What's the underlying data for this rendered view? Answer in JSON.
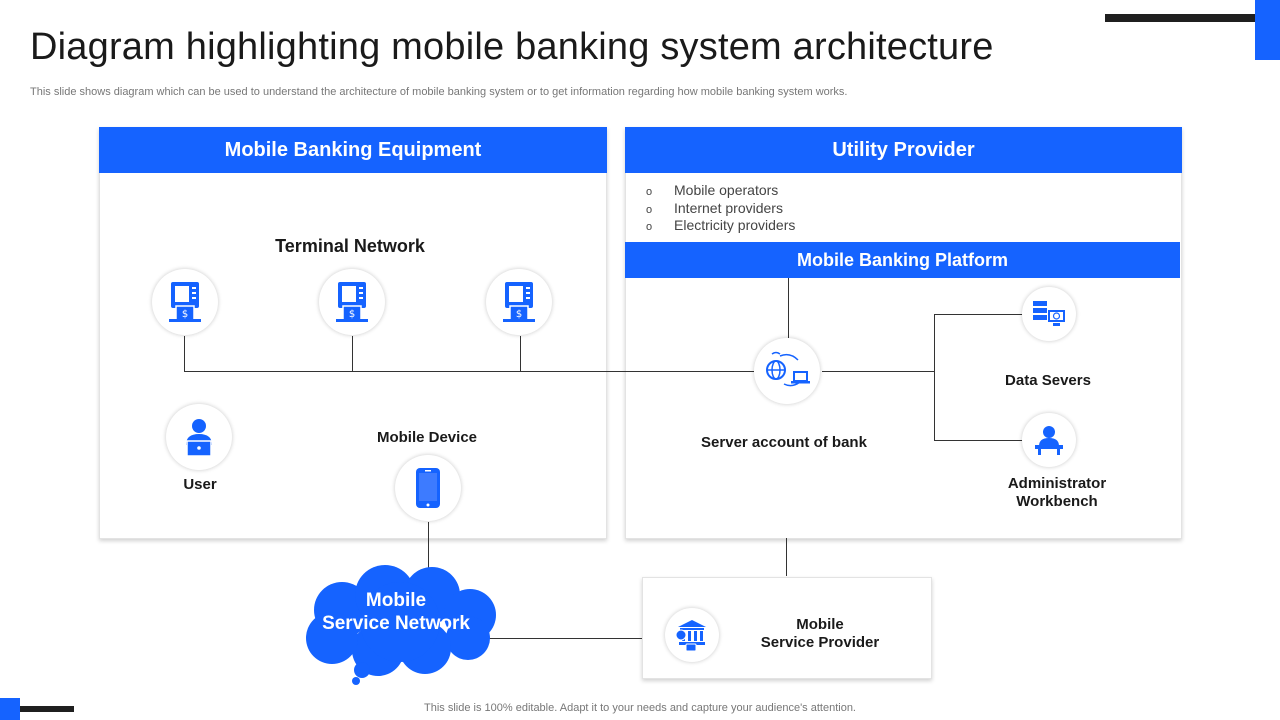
{
  "page": {
    "title": "Diagram highlighting mobile banking system architecture",
    "subtitle": "This slide shows diagram which can be used to understand the architecture of mobile banking system or to get information regarding how mobile banking system works.",
    "footer": "This slide is 100% editable. Adapt it to your needs and capture your audience's attention."
  },
  "colors": {
    "accent": "#1563ff",
    "dark": "#1f1f1f",
    "line": "#333333"
  },
  "equipment": {
    "header": "Mobile Banking Equipment",
    "terminal_title": "Terminal Network",
    "user_label": "User",
    "mobile_device_label": "Mobile Device",
    "icons": [
      "atm-icon",
      "atm-icon",
      "atm-icon",
      "user-icon",
      "smartphone-icon"
    ]
  },
  "utility": {
    "header": "Utility Provider",
    "items": [
      "Mobile operators",
      "Internet providers",
      "Electricity providers"
    ],
    "bullet": "o"
  },
  "platform": {
    "header": "Mobile Banking Platform",
    "server_label": "Server account of bank",
    "data_servers_label": "Data Severs",
    "admin_label_line1": "Administrator",
    "admin_label_line2": "Workbench"
  },
  "network": {
    "cloud_line1": "Mobile",
    "cloud_line2": "Service Network",
    "provider_line1": "Mobile",
    "provider_line2": "Service Provider"
  }
}
